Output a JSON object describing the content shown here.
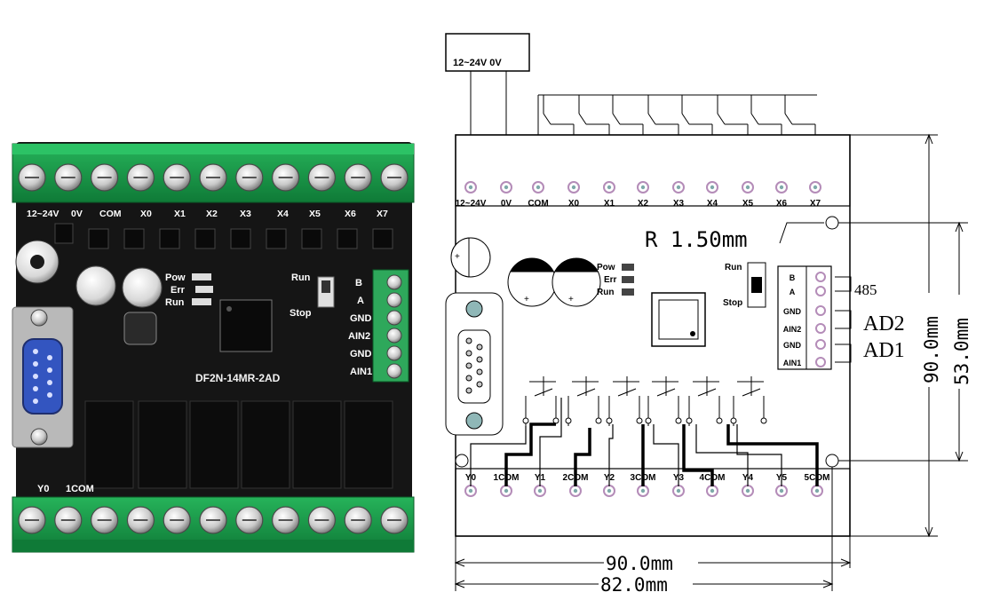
{
  "board": {
    "top_terminals": [
      "12~24V",
      "0V",
      "COM",
      "X0",
      "X1",
      "X2",
      "X3",
      "X4",
      "X5",
      "X6",
      "X7"
    ],
    "bottom_terminals": [
      "Y0",
      "1COM"
    ],
    "leds": [
      "Pow",
      "Err",
      "Run"
    ],
    "switch": {
      "run": "Run",
      "stop": "Stop"
    },
    "right_terminals": [
      "B",
      "A",
      "GND",
      "AIN2",
      "GND",
      "AIN1"
    ],
    "model": "DF2N-14MR-2AD"
  },
  "diagram": {
    "power_label": "12~24V 0V",
    "top_terminals": [
      "12~24V",
      "0V",
      "COM",
      "X0",
      "X1",
      "X2",
      "X3",
      "X4",
      "X5",
      "X6",
      "X7"
    ],
    "bottom_terminals": [
      "Y0",
      "1COM",
      "Y1",
      "2COM",
      "Y2",
      "3COM",
      "Y3",
      "4COM",
      "Y4",
      "Y5",
      "5COM"
    ],
    "leds": [
      "Pow",
      "Err",
      "Run"
    ],
    "switch": {
      "run": "Run",
      "stop": "Stop"
    },
    "right_terminals": [
      "B",
      "A",
      "GND",
      "AIN2",
      "GND",
      "AIN1"
    ],
    "radius": "R 1.50mm",
    "port_485": "485",
    "ad2": "AD2",
    "ad1": "AD1",
    "dim_height_outer": "90.0mm",
    "dim_height_inner": "53.0mm",
    "dim_width_outer": "90.0mm",
    "dim_width_inner": "82.0mm"
  },
  "colors": {
    "board_black": "#151515",
    "terminal_green": "#1b9d4c",
    "relay_black": "#0c0c0c",
    "db9_blue": "#3355c0"
  }
}
